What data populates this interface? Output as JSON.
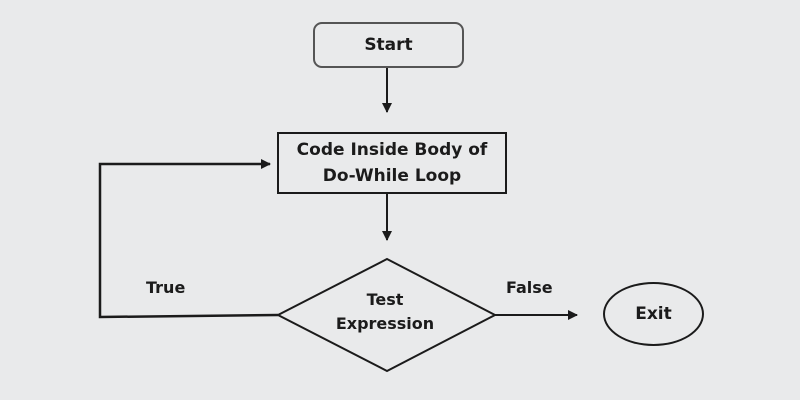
{
  "nodes": {
    "start": "Start",
    "process_line1": "Code Inside Body of",
    "process_line2": "Do-While Loop",
    "decision_line1": "Test",
    "decision_line2": "Expression",
    "exit": "Exit"
  },
  "edges": {
    "true_label": "True",
    "false_label": "False"
  },
  "colors": {
    "background": "#e9eaeb",
    "stroke": "#1b1b1b"
  }
}
